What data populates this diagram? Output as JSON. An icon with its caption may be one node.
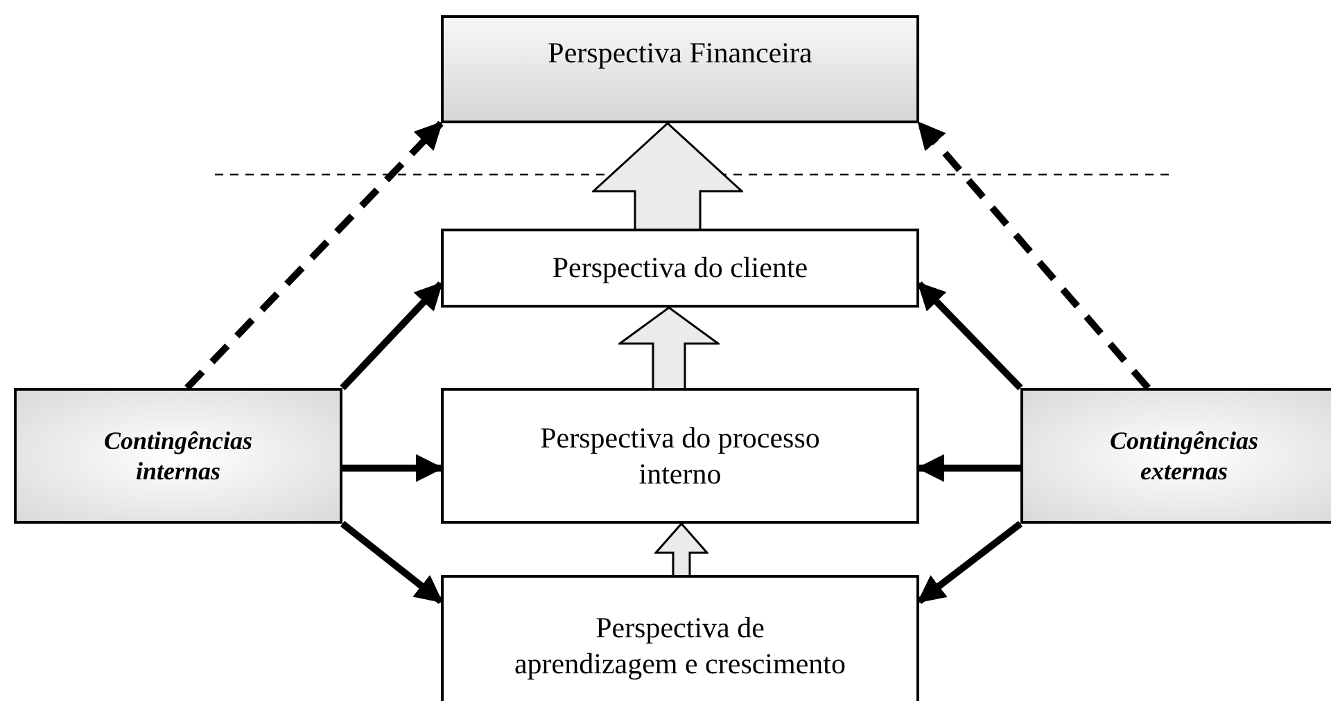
{
  "diagram": {
    "nodes": [
      {
        "text": [
          "Perspectiva Financeira"
        ]
      },
      {
        "text": [
          "Perspectiva do cliente"
        ]
      },
      {
        "text": [
          "Perspectiva do processo interno"
        ]
      },
      {
        "text": [
          "Perspectiva de aprendizagem e crescimento"
        ]
      },
      {
        "text": [
          "Contingências internas"
        ]
      },
      {
        "text": [
          "Contingências externas"
        ]
      }
    ],
    "edges": [
      {
        "from": 4,
        "to": 0,
        "arrow": "to",
        "style": "dashed"
      },
      {
        "from": 4,
        "to": 1,
        "arrow": "to"
      },
      {
        "from": 4,
        "to": 2,
        "arrow": "to"
      },
      {
        "from": 4,
        "to": 3,
        "arrow": "to"
      },
      {
        "from": 5,
        "to": 0,
        "arrow": "to",
        "style": "dashed"
      },
      {
        "from": 5,
        "to": 1,
        "arrow": "to"
      },
      {
        "from": 5,
        "to": 2,
        "arrow": "to"
      },
      {
        "from": 5,
        "to": 3,
        "arrow": "to"
      },
      {
        "from": 1,
        "to": 0,
        "arrow": "to",
        "style": "thick"
      },
      {
        "from": 2,
        "to": 1,
        "arrow": "to",
        "style": "thick"
      },
      {
        "from": 3,
        "to": 2,
        "arrow": "to",
        "style": "thick"
      }
    ]
  }
}
